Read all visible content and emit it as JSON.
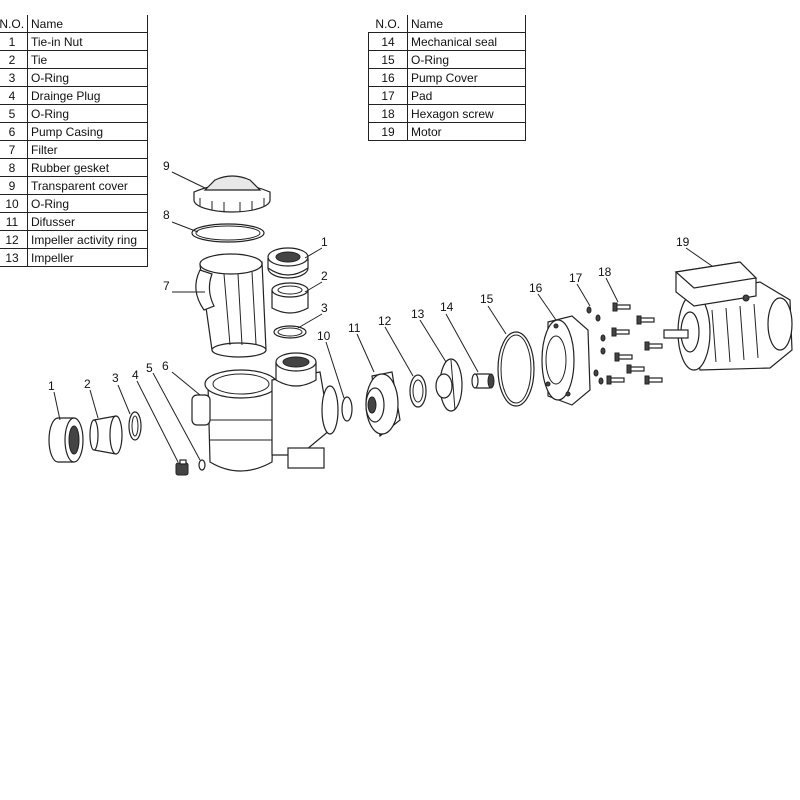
{
  "tables": [
    {
      "header": {
        "no": "N.O.",
        "name": "Name"
      },
      "rows": [
        {
          "no": "1",
          "name": "Tie-in Nut"
        },
        {
          "no": "2",
          "name": "Tie"
        },
        {
          "no": "3",
          "name": "O-Ring"
        },
        {
          "no": "4",
          "name": "Drainge Plug"
        },
        {
          "no": "5",
          "name": "O-Ring"
        },
        {
          "no": "6",
          "name": "Pump Casing"
        },
        {
          "no": "7",
          "name": "Filter"
        },
        {
          "no": "8",
          "name": "Rubber gesket"
        },
        {
          "no": "9",
          "name": "Transparent cover"
        },
        {
          "no": "10",
          "name": "O-Ring"
        },
        {
          "no": "11",
          "name": "Difusser"
        },
        {
          "no": "12",
          "name": "Impeller activity ring"
        },
        {
          "no": "13",
          "name": "Impeller"
        }
      ]
    },
    {
      "header": {
        "no": "N.O.",
        "name": "Name"
      },
      "rows": [
        {
          "no": "14",
          "name": "Mechanical seal"
        },
        {
          "no": "15",
          "name": "O-Ring"
        },
        {
          "no": "16",
          "name": "Pump Cover"
        },
        {
          "no": "17",
          "name": "Pad"
        },
        {
          "no": "18",
          "name": "Hexagon screw"
        },
        {
          "no": "19",
          "name": "Motor"
        }
      ]
    }
  ],
  "callouts": {
    "c1_top": "1",
    "c2_top": "2",
    "c3_top": "3",
    "c7": "7",
    "c8": "8",
    "c9": "9",
    "c1_left": "1",
    "c2_left": "2",
    "c3_left": "3",
    "c4": "4",
    "c5": "5",
    "c6": "6",
    "c10": "10",
    "c11": "11",
    "c12": "12",
    "c13": "13",
    "c14": "14",
    "c15": "15",
    "c16": "16",
    "c17": "17",
    "c18": "18",
    "c19": "19"
  }
}
